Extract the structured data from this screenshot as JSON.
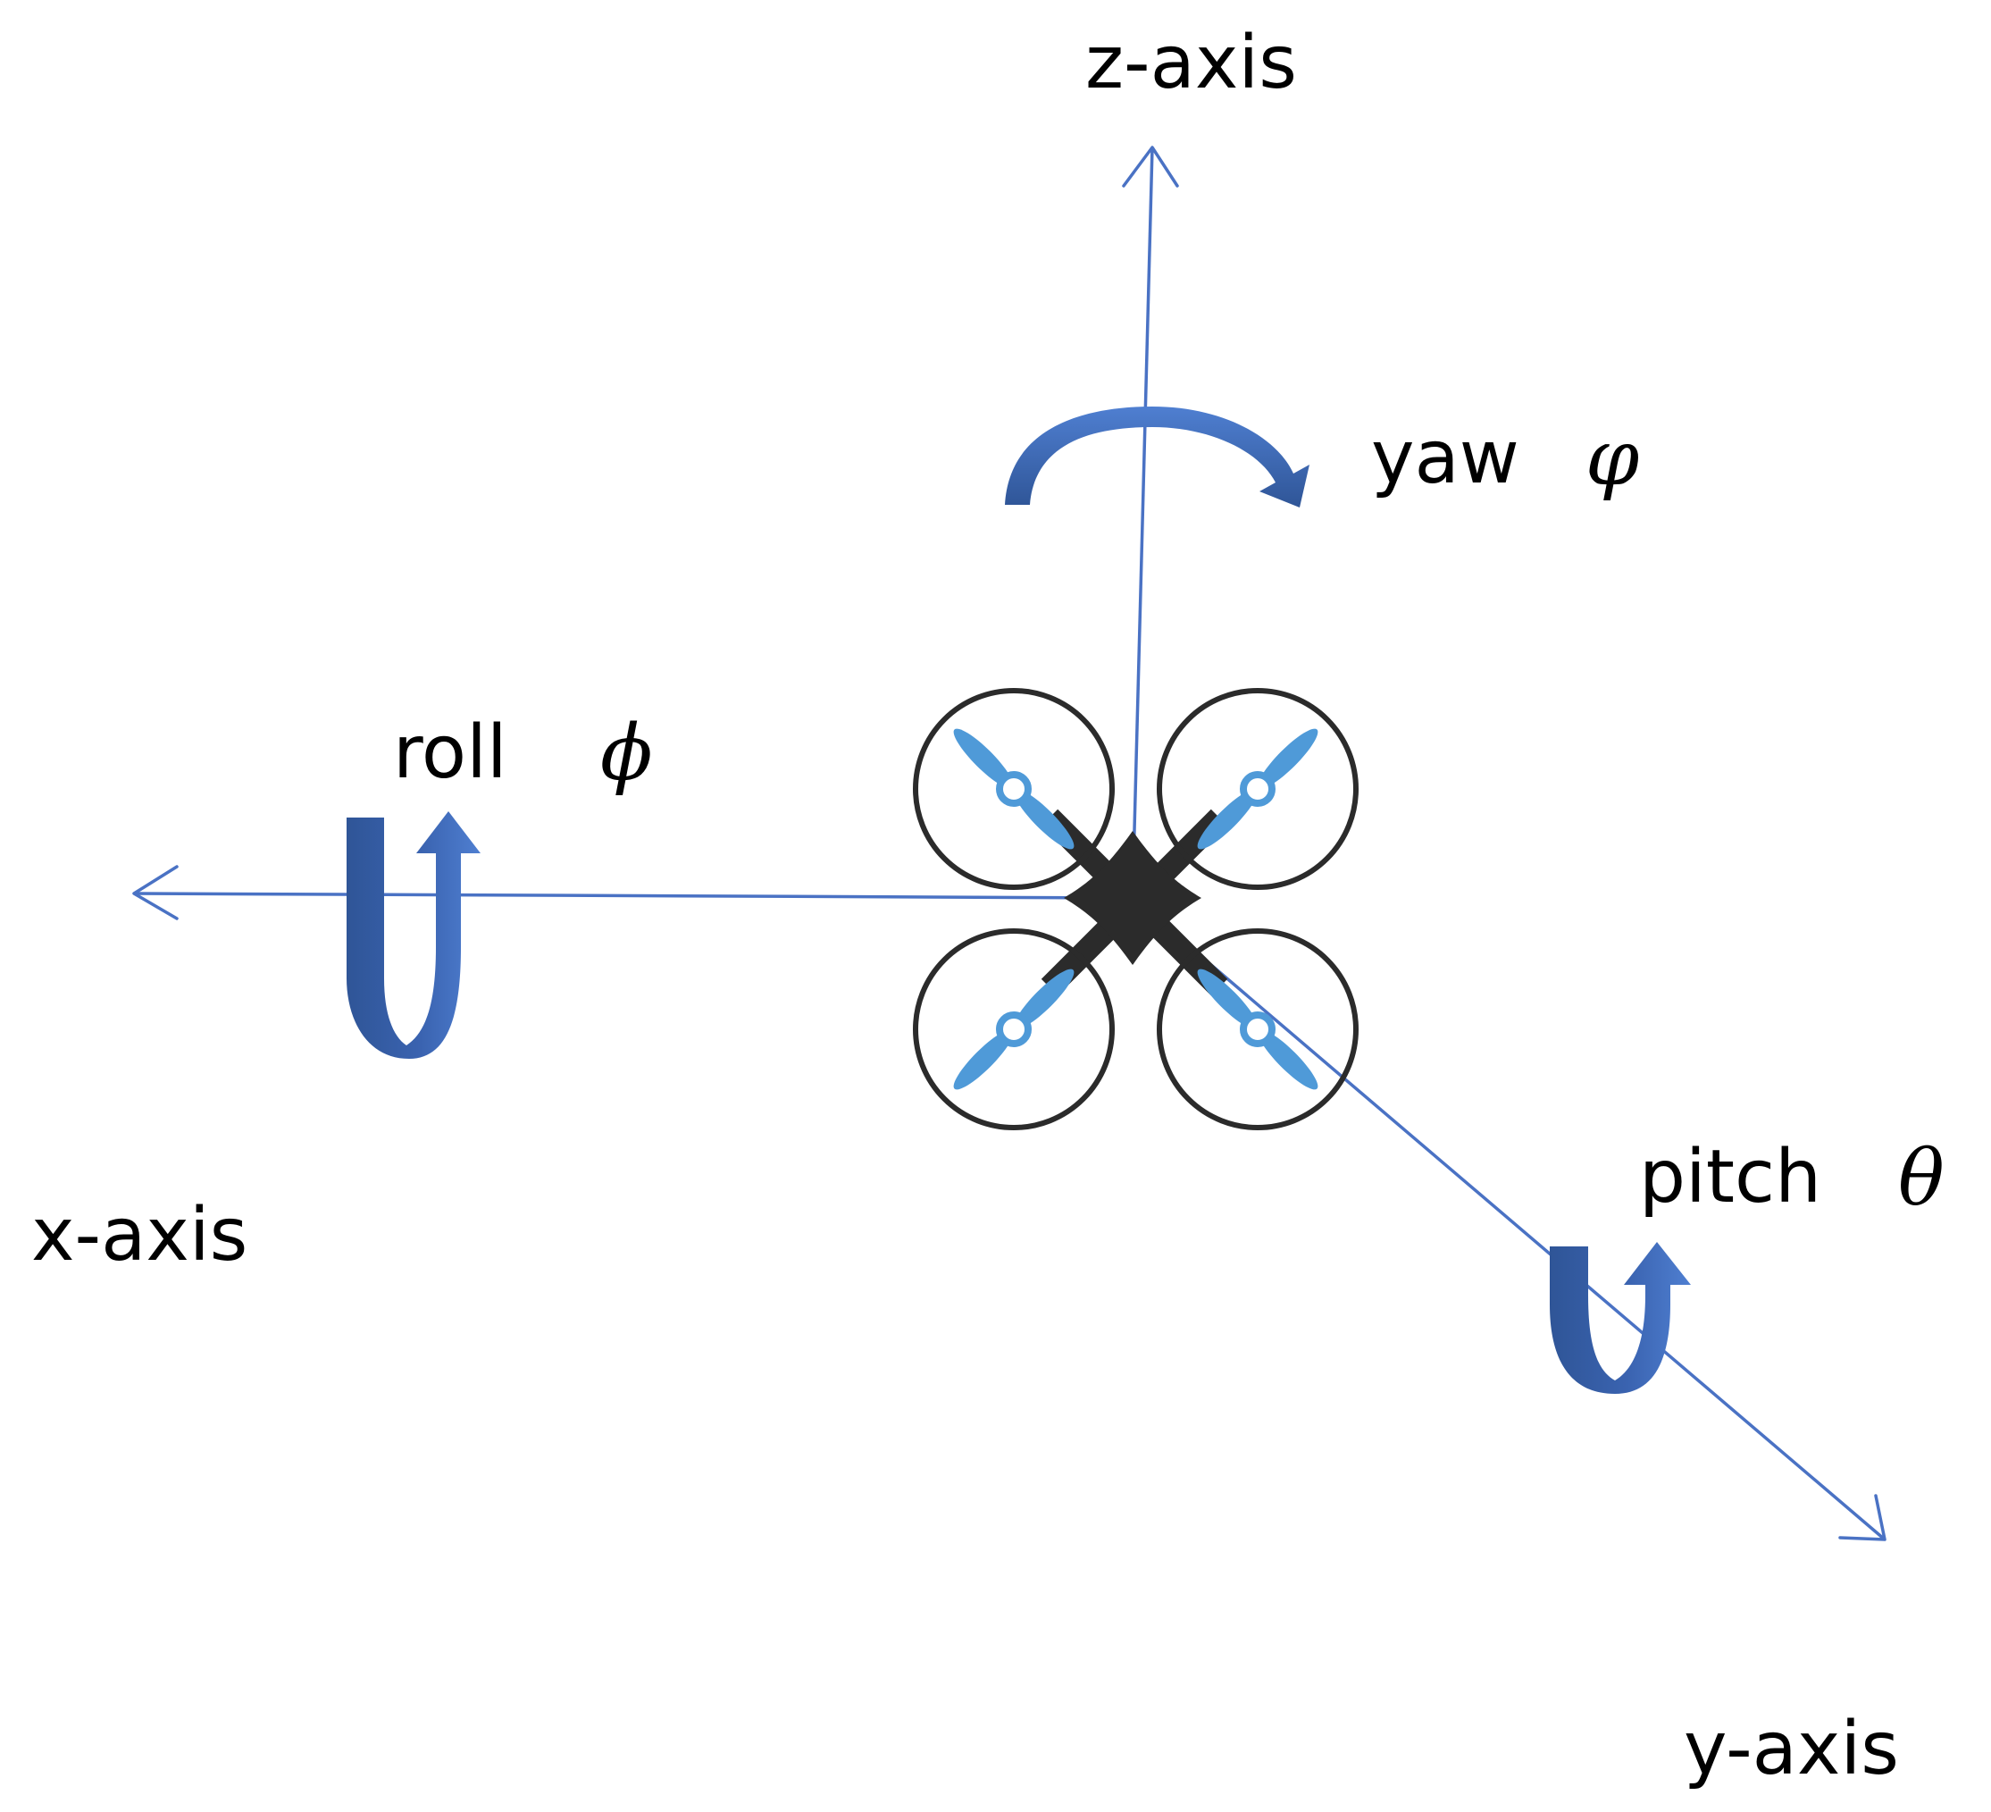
{
  "axes": {
    "z_label": "z-axis",
    "x_label": "x-axis",
    "y_label": "y-axis"
  },
  "rotations": {
    "yaw": {
      "label": "yaw",
      "symbol": "φ"
    },
    "roll": {
      "label": "roll",
      "symbol": "ϕ"
    },
    "pitch": {
      "label": "pitch",
      "symbol": "θ"
    }
  },
  "colors": {
    "axis": "#4a72c4",
    "rotation_arrow": "#4472c4",
    "rotation_arrow_dark": "#2f5597",
    "propeller": "#4f9ad8",
    "frame": "#2b2b2b"
  },
  "icons": {
    "drone": "quadcopter-icon"
  }
}
